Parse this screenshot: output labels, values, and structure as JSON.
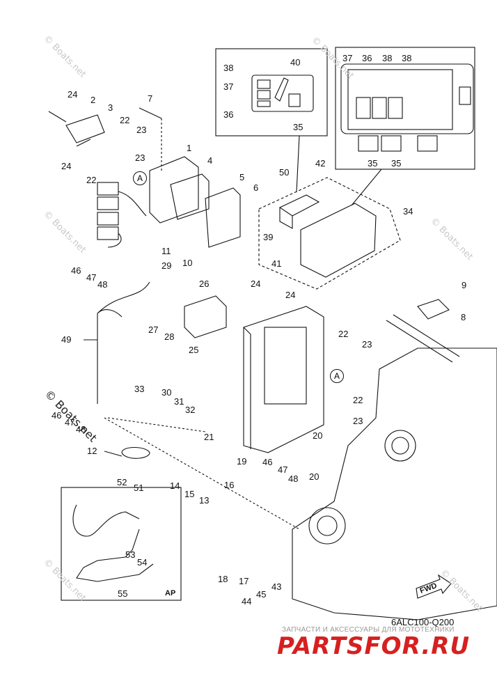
{
  "diagram": {
    "callouts": [
      {
        "id": "c24a",
        "text": "24"
      },
      {
        "id": "c2",
        "text": "2"
      },
      {
        "id": "c3",
        "text": "3"
      },
      {
        "id": "c7",
        "text": "7"
      },
      {
        "id": "c22a",
        "text": "22"
      },
      {
        "id": "c23a",
        "text": "23"
      },
      {
        "id": "c23b",
        "text": "23"
      },
      {
        "id": "c24b",
        "text": "24"
      },
      {
        "id": "c22b",
        "text": "22"
      },
      {
        "id": "c1",
        "text": "1"
      },
      {
        "id": "c4",
        "text": "4"
      },
      {
        "id": "c5",
        "text": "5"
      },
      {
        "id": "c6",
        "text": "6"
      },
      {
        "id": "c11",
        "text": "11"
      },
      {
        "id": "c10",
        "text": "10"
      },
      {
        "id": "c38a",
        "text": "38"
      },
      {
        "id": "c37a",
        "text": "37"
      },
      {
        "id": "c36a",
        "text": "36"
      },
      {
        "id": "c40",
        "text": "40"
      },
      {
        "id": "c35a",
        "text": "35"
      },
      {
        "id": "c37b",
        "text": "37"
      },
      {
        "id": "c36b",
        "text": "36"
      },
      {
        "id": "c38b",
        "text": "38"
      },
      {
        "id": "c38c",
        "text": "38"
      },
      {
        "id": "c35b",
        "text": "35"
      },
      {
        "id": "c35c",
        "text": "35"
      },
      {
        "id": "c50",
        "text": "50"
      },
      {
        "id": "c42",
        "text": "42"
      },
      {
        "id": "c34",
        "text": "34"
      },
      {
        "id": "c39",
        "text": "39"
      },
      {
        "id": "c41",
        "text": "41"
      },
      {
        "id": "c46a",
        "text": "46"
      },
      {
        "id": "c47a",
        "text": "47"
      },
      {
        "id": "c48a",
        "text": "48"
      },
      {
        "id": "c29",
        "text": "29"
      },
      {
        "id": "c26",
        "text": "26"
      },
      {
        "id": "c24c",
        "text": "24"
      },
      {
        "id": "c24d",
        "text": "24"
      },
      {
        "id": "c9",
        "text": "9"
      },
      {
        "id": "c8",
        "text": "8"
      },
      {
        "id": "c27",
        "text": "27"
      },
      {
        "id": "c28",
        "text": "28"
      },
      {
        "id": "c25",
        "text": "25"
      },
      {
        "id": "c49",
        "text": "49"
      },
      {
        "id": "c22c",
        "text": "22"
      },
      {
        "id": "c23c",
        "text": "23"
      },
      {
        "id": "c33",
        "text": "33"
      },
      {
        "id": "c30",
        "text": "30"
      },
      {
        "id": "c31",
        "text": "31"
      },
      {
        "id": "c32",
        "text": "32"
      },
      {
        "id": "c22d",
        "text": "22"
      },
      {
        "id": "c23d",
        "text": "23"
      },
      {
        "id": "c46b",
        "text": "46"
      },
      {
        "id": "c47b",
        "text": "47"
      },
      {
        "id": "c48b",
        "text": "48"
      },
      {
        "id": "c21",
        "text": "21"
      },
      {
        "id": "c20a",
        "text": "20"
      },
      {
        "id": "c20b",
        "text": "20"
      },
      {
        "id": "c12",
        "text": "12"
      },
      {
        "id": "c19",
        "text": "19"
      },
      {
        "id": "c46c",
        "text": "46"
      },
      {
        "id": "c47c",
        "text": "47"
      },
      {
        "id": "c48c",
        "text": "48"
      },
      {
        "id": "c52",
        "text": "52"
      },
      {
        "id": "c51",
        "text": "51"
      },
      {
        "id": "c14",
        "text": "14"
      },
      {
        "id": "c15",
        "text": "15"
      },
      {
        "id": "c13",
        "text": "13"
      },
      {
        "id": "c16",
        "text": "16"
      },
      {
        "id": "c53",
        "text": "53"
      },
      {
        "id": "c54",
        "text": "54"
      },
      {
        "id": "c55",
        "text": "55"
      },
      {
        "id": "c18",
        "text": "18"
      },
      {
        "id": "c17",
        "text": "17"
      },
      {
        "id": "c43",
        "text": "43"
      },
      {
        "id": "c44",
        "text": "44"
      },
      {
        "id": "c45",
        "text": "45"
      }
    ],
    "ref_markers": [
      {
        "id": "ra",
        "text": "A"
      },
      {
        "id": "rb",
        "text": "A"
      }
    ],
    "inset_label": "AP",
    "fwd_label": "FWD",
    "diagram_code": "6ALC100-Q200",
    "watermark": "© Boats.net",
    "watermark_large": "© Boats.net",
    "footer_ru": "ЗАПЧАСТИ И АКСЕССУАРЫ ДЛЯ МОТОТЕХНИКИ",
    "brand_logo_text": "PARTSFOR.RU",
    "brand_color": "#d62020",
    "line_color": "#111111"
  }
}
